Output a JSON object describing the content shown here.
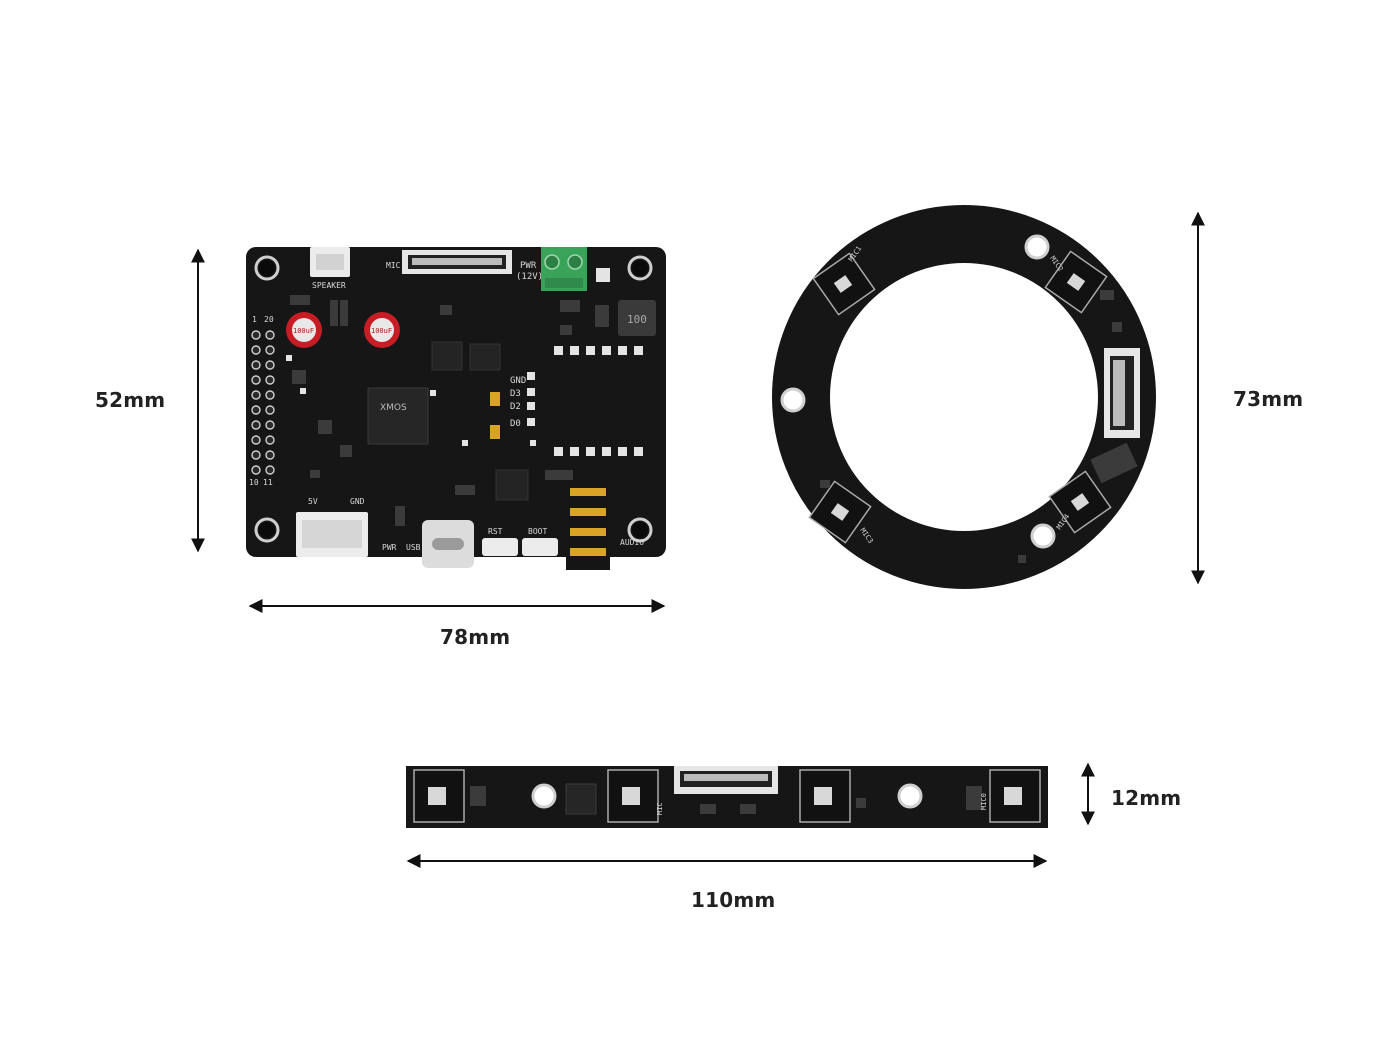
{
  "dimensions": {
    "main_board_height": "52mm",
    "main_board_width": "78mm",
    "ring_diameter": "73mm",
    "linear_board_height": "12mm",
    "linear_board_width": "110mm"
  },
  "main_board": {
    "silkscreen": {
      "speaker": "SPEAKER",
      "mic": "MIC",
      "pwr": "PWR",
      "pwr_voltage": "(12V)",
      "logo": "XMOS",
      "gnd": "GND",
      "d3": "D3",
      "d2": "D2",
      "d0": "D0",
      "header_1": "1",
      "header_20": "20",
      "header_10": "10",
      "header_11": "11",
      "v5": "5V",
      "gnd2": "GND",
      "pwr2": "PWR",
      "usb": "USB",
      "rst": "RST",
      "boot": "BOOT",
      "audio": "AUDIO",
      "inductor": "100",
      "cap": "100uF"
    }
  },
  "ring_board": {
    "silkscreen": {
      "mic1": "MIC1",
      "mic2": "MIC2",
      "mic3": "MIC3",
      "mic4": "MIC4"
    }
  },
  "linear_board": {
    "silkscreen": {
      "mic": "MIC",
      "mic0": "MIC0"
    }
  },
  "colors": {
    "pcb": "#161616",
    "silkscreen": "#d8d8d8",
    "terminal_green": "#3aa35a",
    "connector_white": "#ececec",
    "audio_gold": "#d9a326",
    "arrow": "#111111"
  }
}
